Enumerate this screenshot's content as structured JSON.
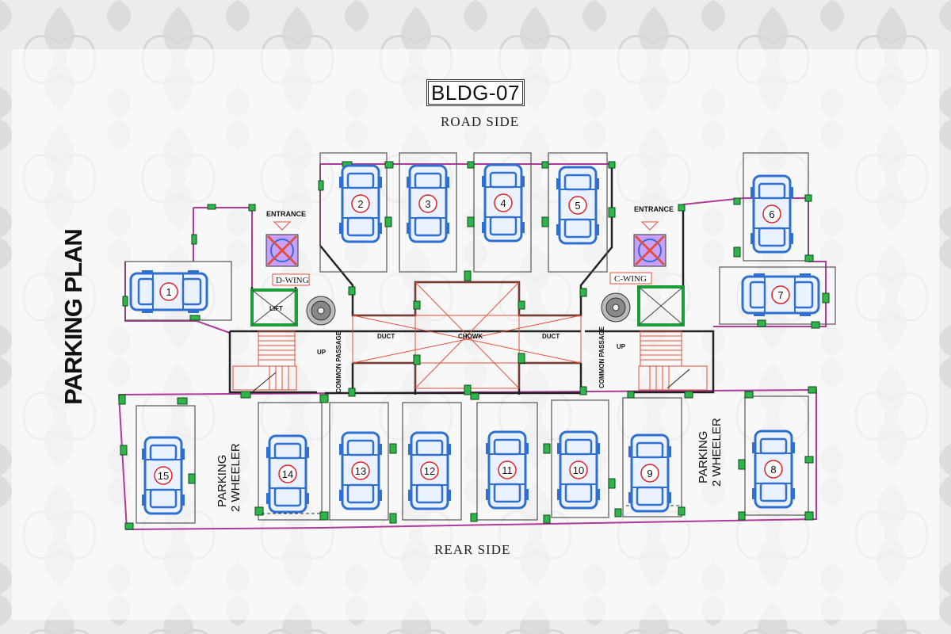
{
  "building": "BLDG-07",
  "road_side": "ROAD SIDE",
  "rear_side": "REAR SIDE",
  "plan_title": "PARKING PLAN",
  "labels": {
    "entrance_left": "ENTRANCE",
    "entrance_right": "ENTRANCE",
    "d_wing": "D-WING",
    "c_wing": "C-WING",
    "lift": "LIFT",
    "up_left": "UP",
    "up_right": "UP",
    "duct_left": "DUCT",
    "duct_right": "DUCT",
    "chowk": "CHOWK",
    "common_passage_left": "COMMON PASSAGE",
    "common_passage_right": "COMMON PASSAGE",
    "parking_2w_left_line1": "PARKING",
    "parking_2w_left_line2": "2 WHEELER",
    "parking_2w_right_line1": "PARKING",
    "parking_2w_right_line2": "2 WHEELER"
  },
  "parking_slots": [
    "1",
    "2",
    "3",
    "4",
    "5",
    "6",
    "7",
    "8",
    "9",
    "10",
    "11",
    "12",
    "13",
    "14",
    "15"
  ],
  "colors": {
    "car": "#2f6fd0",
    "boundary": "#b0399a",
    "column": "#2fb54a",
    "stairs": "#e0503a",
    "lift_frame": "#1e9e3a",
    "slot_number_ring": "#d22"
  }
}
